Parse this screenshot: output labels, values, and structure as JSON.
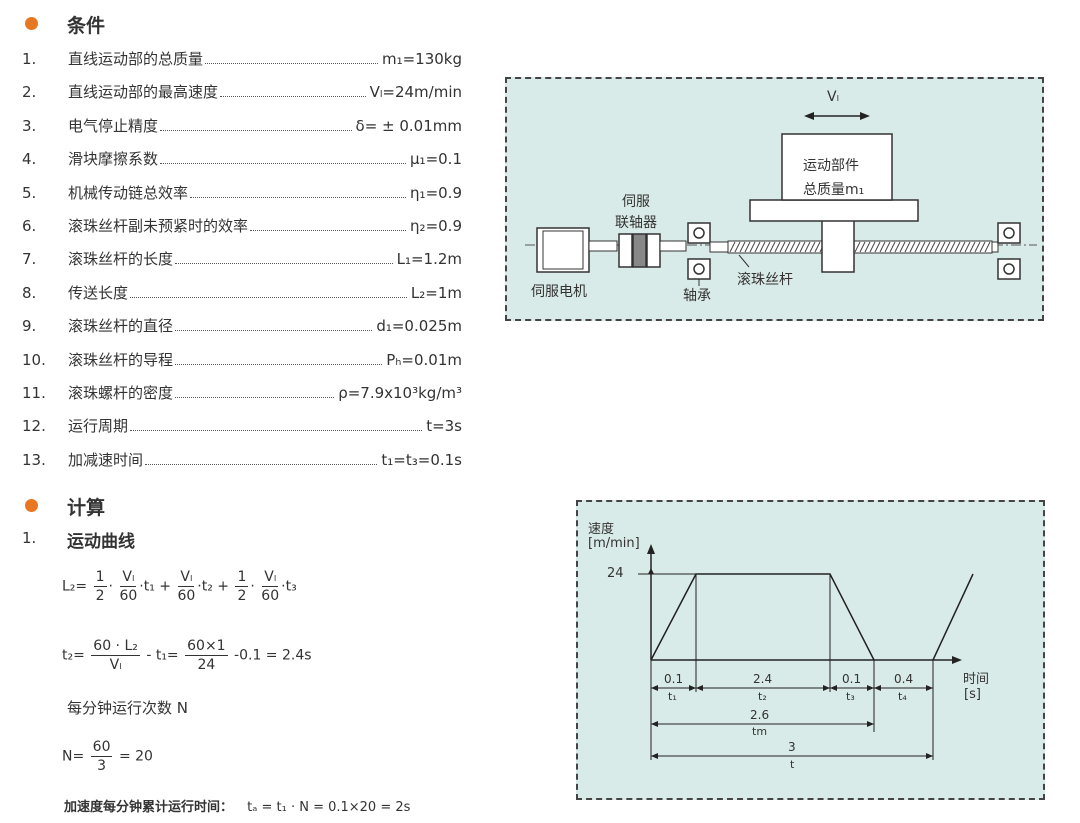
{
  "conditions": {
    "title": "条件",
    "items": [
      {
        "num": "1.",
        "label": "直线运动部的总质量",
        "value": "m₁=130kg"
      },
      {
        "num": "2.",
        "label": "直线运动部的最高速度",
        "value": "Vₗ=24m/min"
      },
      {
        "num": "3.",
        "label": "电气停止精度",
        "value": "δ= ± 0.01mm"
      },
      {
        "num": "4.",
        "label": "滑块摩擦系数",
        "value": "μ₁=0.1"
      },
      {
        "num": "5.",
        "label": "机械传动链总效率",
        "value": "η₁=0.9"
      },
      {
        "num": "6.",
        "label": "滚珠丝杆副未预紧时的效率",
        "value": "η₂=0.9"
      },
      {
        "num": "7.",
        "label": "滚珠丝杆的长度",
        "value": "L₁=1.2m"
      },
      {
        "num": "8.",
        "label": "传送长度",
        "value": "L₂=1m"
      },
      {
        "num": "9.",
        "label": "滚珠丝杆的直径",
        "value": "d₁=0.025m"
      },
      {
        "num": "10.",
        "label": "滚珠丝杆的导程",
        "value": "Pₕ=0.01m"
      },
      {
        "num": "11.",
        "label": "滚珠螺杆的密度",
        "value": "ρ=7.9x10³kg/m³"
      },
      {
        "num": "12.",
        "label": "运行周期",
        "value": "t=3s"
      },
      {
        "num": "13.",
        "label": "加减速时间",
        "value": "t₁=t₃=0.1s"
      }
    ]
  },
  "calc": {
    "title": "计算",
    "sub_num": "1.",
    "sub_title": "运动曲线",
    "f1": {
      "lhs": "L₂=",
      "half": "1",
      "two": "2",
      "vl": "Vₗ",
      "sixty": "60",
      "t1": "·t₁ +",
      "t2": "·t₂ +",
      "t3": "·t₃",
      "dot": "·"
    },
    "f2": {
      "lhs": "t₂=",
      "num1": "60 · L₂",
      "den1": "Vₗ",
      "mid": "- t₁=",
      "num2": "60×1",
      "den2": "24",
      "tail": "-0.1 = 2.4s"
    },
    "count_label": "每分钟运行次数 N",
    "f3": {
      "lhs": "N=",
      "num": "60",
      "den": "3",
      "tail": "= 20"
    },
    "accel_label": "加速度每分钟累计运行时间：",
    "accel_value": "tₐ = t₁ · N = 0.1×20 = 2s"
  },
  "mech": {
    "vl": "Vₗ",
    "part": "运动部件",
    "mass": "总质量m₁",
    "coupling1": "伺服",
    "coupling2": "联轴器",
    "motor": "伺服电机",
    "bearing": "轴承",
    "screw": "滚珠丝杆"
  },
  "profile": {
    "ylabel1": "速度",
    "ylabel2": "[m/min]",
    "ymax": "24",
    "xlabel1": "时间",
    "xlabel2": "[s]",
    "seg": [
      {
        "v": "0.1",
        "t": "t₁"
      },
      {
        "v": "2.4",
        "t": "t₂"
      },
      {
        "v": "0.1",
        "t": "t₃"
      },
      {
        "v": "0.4",
        "t": "t₄"
      }
    ],
    "tm_v": "2.6",
    "tm_t": "tm",
    "t_v": "3",
    "t_t": "t"
  }
}
